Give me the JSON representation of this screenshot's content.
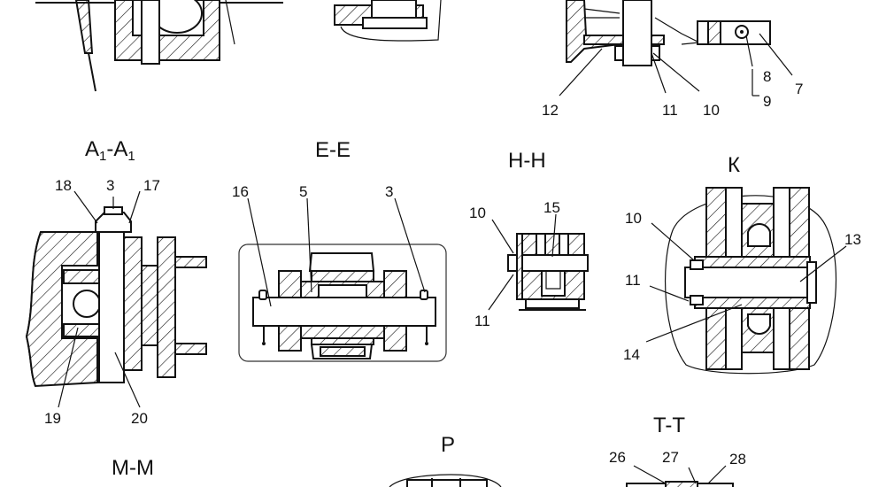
{
  "views": {
    "a1": {
      "title": "A",
      "sub1": "1",
      "dash": "-A",
      "sub2": "1"
    },
    "e": {
      "title": "E-E"
    },
    "h": {
      "title": "H-H"
    },
    "k": {
      "title": "К"
    },
    "m": {
      "title": "M-M"
    },
    "p": {
      "title": "P"
    },
    "t": {
      "title": "T-T"
    }
  },
  "callouts": {
    "c7": "7",
    "c8": "8",
    "c9": "9",
    "c10_top": "10",
    "c11_top": "11",
    "c12": "12",
    "c18": "18",
    "c3_a1": "3",
    "c17": "17",
    "c19": "19",
    "c20": "20",
    "c16": "16",
    "c5": "5",
    "c3_e": "3",
    "c10_h": "10",
    "c15": "15",
    "c11_h": "11",
    "c10_k": "10",
    "c11_k": "11",
    "c13": "13",
    "c14": "14",
    "c26": "26",
    "c27": "27",
    "c28": "28"
  }
}
